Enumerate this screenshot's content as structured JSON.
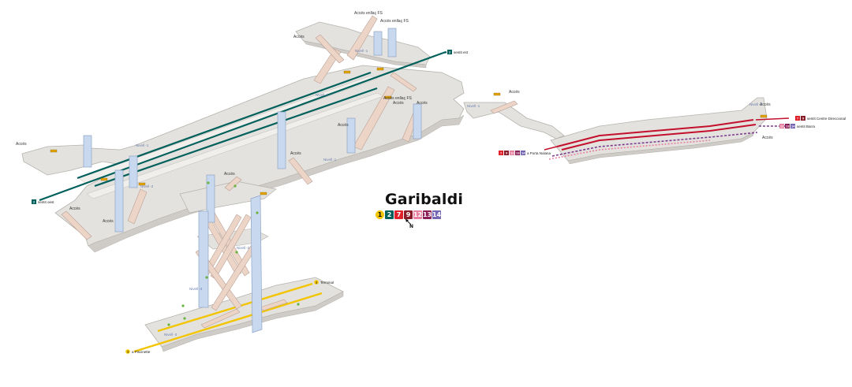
{
  "station": {
    "name": "Garibaldi",
    "north": "N",
    "lines": [
      {
        "label": "1",
        "color": "#f2c500",
        "shape": "circle"
      },
      {
        "label": "2",
        "color": "#00605c",
        "shape": "square"
      },
      {
        "label": "7",
        "color": "#e0202a",
        "shape": "square"
      },
      {
        "label": "9",
        "color": "#8a1c2a",
        "shape": "square"
      },
      {
        "label": "12",
        "color": "#e8819f",
        "shape": "square"
      },
      {
        "label": "13",
        "color": "#8b1e56",
        "shape": "square"
      },
      {
        "label": "14",
        "color": "#7566b3",
        "shape": "square"
      }
    ]
  },
  "labels": {
    "acces": "Accés",
    "acces_fs": "Accés enllaç FS",
    "level": "Nivell -1",
    "level_2": "Nivell -2",
    "level_3": "Nivell -3"
  },
  "directions": {
    "l2_east": "sentit est",
    "l2_west": "sentit oest",
    "l1_terminal": "Terminal",
    "l1_piscinette": "a Piscinette",
    "rail_north": "sentit Centre Direccional",
    "rail_south": "sentit Barra",
    "rail_west": "a Porta Nolana"
  },
  "colors": {
    "floor": "#e4e2de",
    "floor_edge": "#b5b2ad",
    "shaft": "#c8d8ef",
    "shaft_edge": "#8ea5c7",
    "stair": "#ecd4c7",
    "line1": "#f2c500",
    "line2": "#00605c",
    "rail_red": "#c3102c",
    "rail_purple": "#7d3b8f",
    "exit_mark": "#6ab33f",
    "ticket_mark": "#e5a400"
  }
}
